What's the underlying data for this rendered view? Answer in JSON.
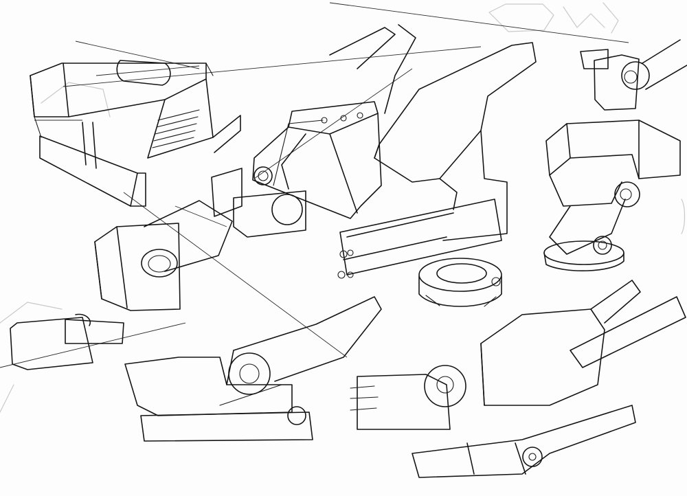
{
  "image": {
    "description_type": "pencil-sketch",
    "colors": {
      "paper": "#fdfdfd",
      "ink": "#151515",
      "erased": "#c9c9c9"
    }
  },
  "sketches": [
    {
      "name": "box-turret-top-left"
    },
    {
      "name": "cannon-turret-center"
    },
    {
      "name": "pivot-joint-top-right"
    },
    {
      "name": "swivel-mount-right"
    },
    {
      "name": "barrel-block-left"
    },
    {
      "name": "ring-mount-center"
    },
    {
      "name": "small-block-left"
    },
    {
      "name": "arm-launcher-bottom-center"
    },
    {
      "name": "clamp-block-bottom-right"
    },
    {
      "name": "long-barrel-bottom-right"
    },
    {
      "name": "short-arm-bottom"
    }
  ]
}
